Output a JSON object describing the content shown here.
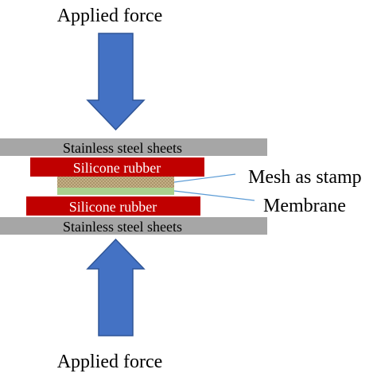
{
  "labels": {
    "force_top": "Applied force",
    "force_bottom": "Applied force",
    "steel_top": "Stainless steel sheets",
    "steel_bottom": "Stainless steel sheets",
    "rubber_top": "Silicone rubber",
    "rubber_bottom": "Silicone rubber",
    "mesh": "Mesh as stamp",
    "membrane": "Membrane"
  },
  "colors": {
    "arrow": "#4472c4",
    "arrow_edge": "#2f5597",
    "steel": "#a6a6a6",
    "rubber": "#c00000",
    "mesh": "#c8b48a",
    "membrane": "#a9d18e",
    "leader_line": "#5b9bd5"
  }
}
